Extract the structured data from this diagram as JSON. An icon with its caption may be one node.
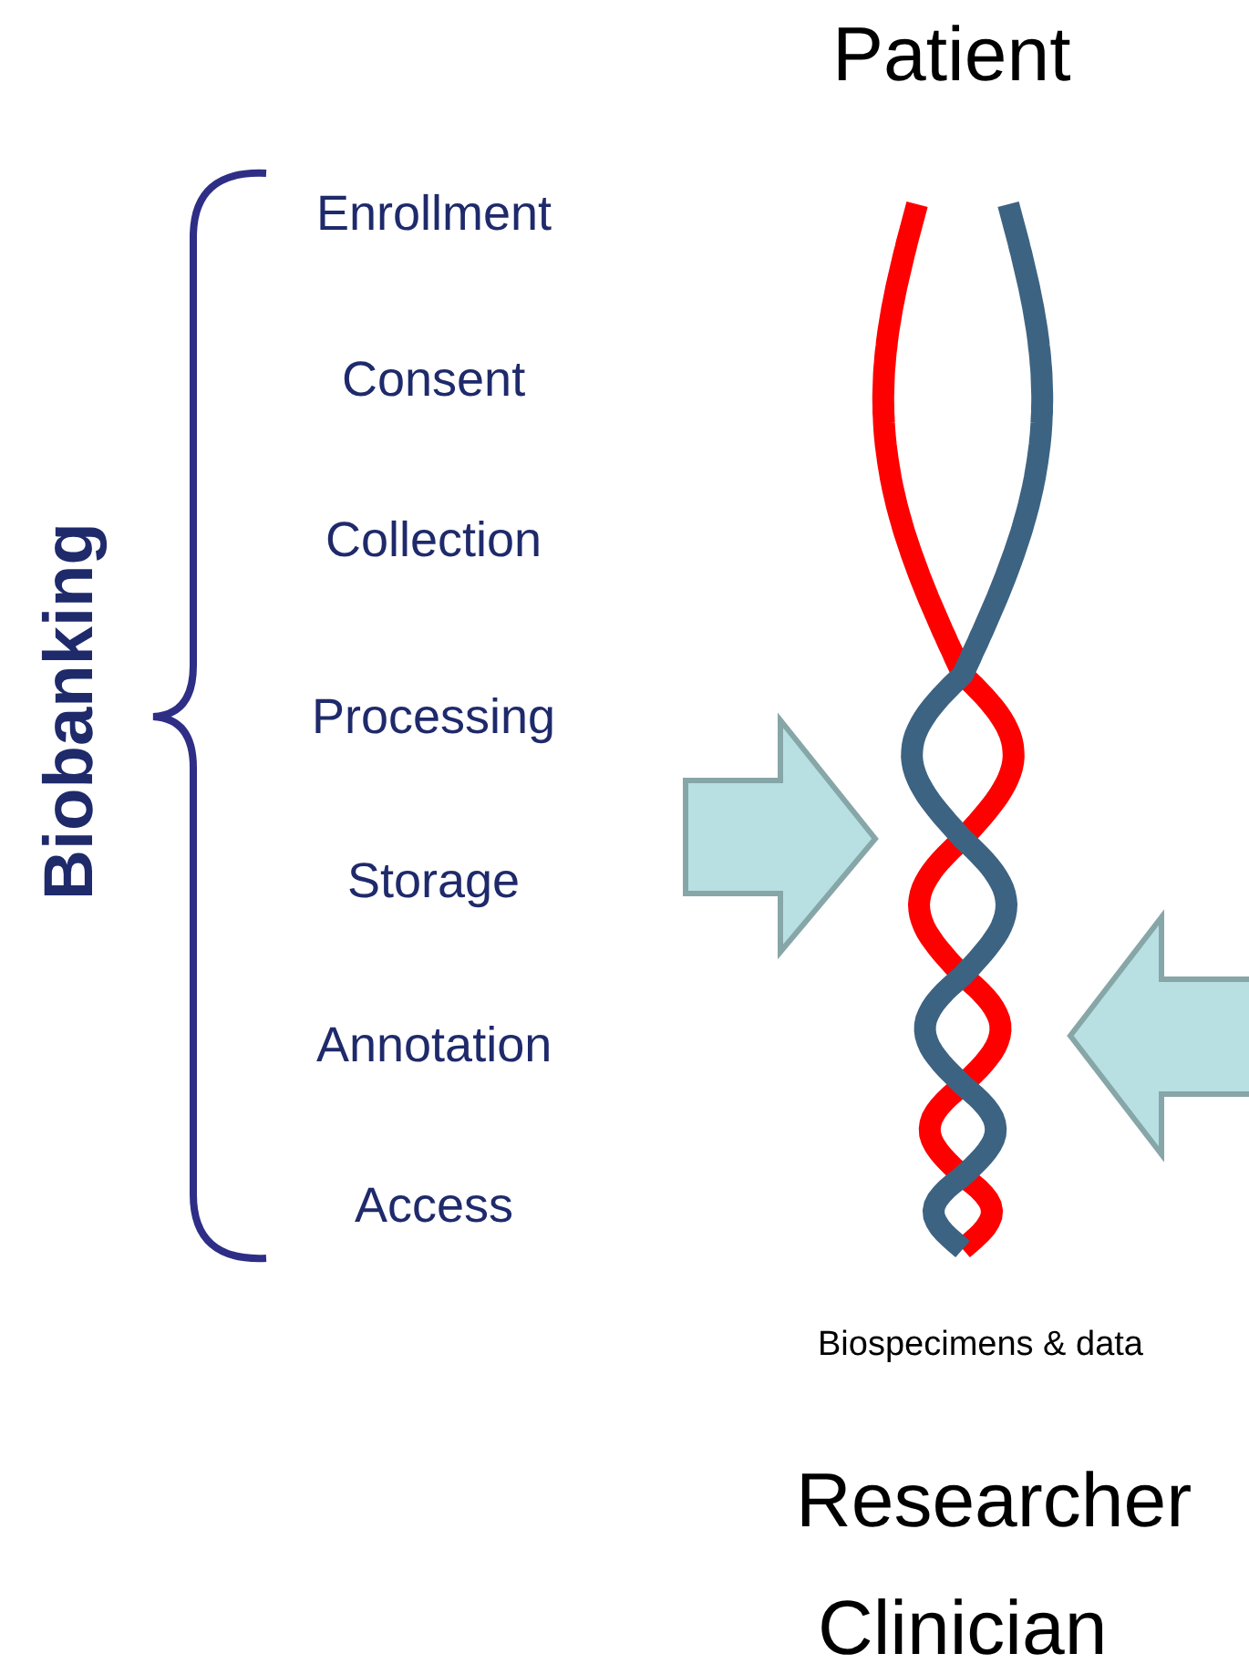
{
  "diagram": {
    "labels": [
      "Patient",
      "Biobanking",
      "Enrollment",
      "Consent",
      "Collection",
      "Processing",
      "Storage",
      "Annotation",
      "Access",
      "Biospecimens & data",
      "Researcher",
      "Clinician"
    ]
  }
}
